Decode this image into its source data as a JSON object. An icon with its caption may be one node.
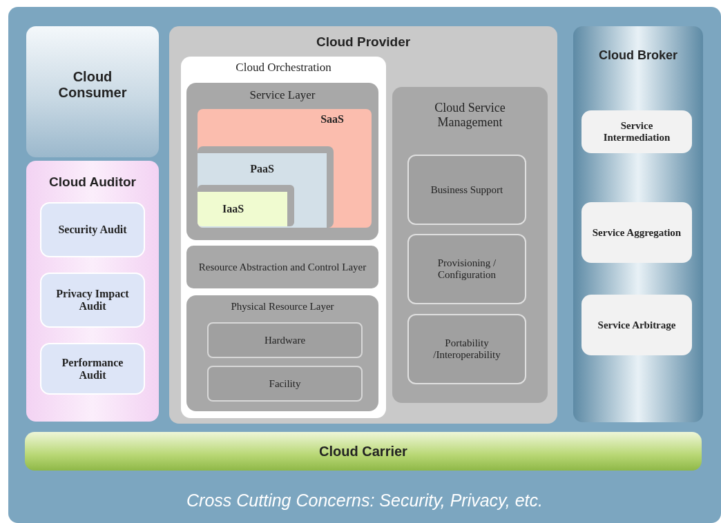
{
  "diagram": {
    "nodes": [
      {
        "text": [
          "Cross Cutting Concerns: Security, Privacy, etc."
        ]
      },
      {
        "text": [
          "Cloud Consumer"
        ],
        "in": 0
      },
      {
        "text": [
          "Cloud Auditor"
        ],
        "in": 0
      },
      {
        "text": [
          "Security Audit"
        ],
        "in": 2
      },
      {
        "text": [
          "Privacy Impact Audit"
        ],
        "in": 2
      },
      {
        "text": [
          "Performance Audit"
        ],
        "in": 2
      },
      {
        "text": [
          "Cloud Provider"
        ],
        "in": 0
      },
      {
        "text": [
          "Cloud Orchestration"
        ],
        "in": 6
      },
      {
        "text": [
          "Service Layer"
        ],
        "in": 7
      },
      {
        "text": [
          "SaaS"
        ],
        "in": 8
      },
      {
        "text": [
          "PaaS"
        ],
        "in": 9
      },
      {
        "text": [
          "IaaS"
        ],
        "in": 10
      },
      {
        "text": [
          "Resource Abstraction and Control Layer"
        ],
        "in": 7
      },
      {
        "text": [
          "Physical Resource Layer"
        ],
        "in": 7
      },
      {
        "text": [
          "Hardware"
        ],
        "in": 13
      },
      {
        "text": [
          "Facility"
        ],
        "in": 13
      },
      {
        "text": [
          "Cloud Service Management"
        ],
        "in": 6
      },
      {
        "text": [
          "Business Support"
        ],
        "in": 16
      },
      {
        "text": [
          "Provisioning / Configuration"
        ],
        "in": 16
      },
      {
        "text": [
          "Portability /Interoperability"
        ],
        "in": 16
      },
      {
        "text": [
          "Cloud Broker"
        ],
        "in": 0
      },
      {
        "text": [
          "Service Intermediation"
        ],
        "in": 20
      },
      {
        "text": [
          "Service Aggregation"
        ],
        "in": 20
      },
      {
        "text": [
          "Service Arbitrage"
        ],
        "in": 20
      },
      {
        "text": [
          "Cloud Carrier"
        ],
        "in": 0
      }
    ]
  }
}
